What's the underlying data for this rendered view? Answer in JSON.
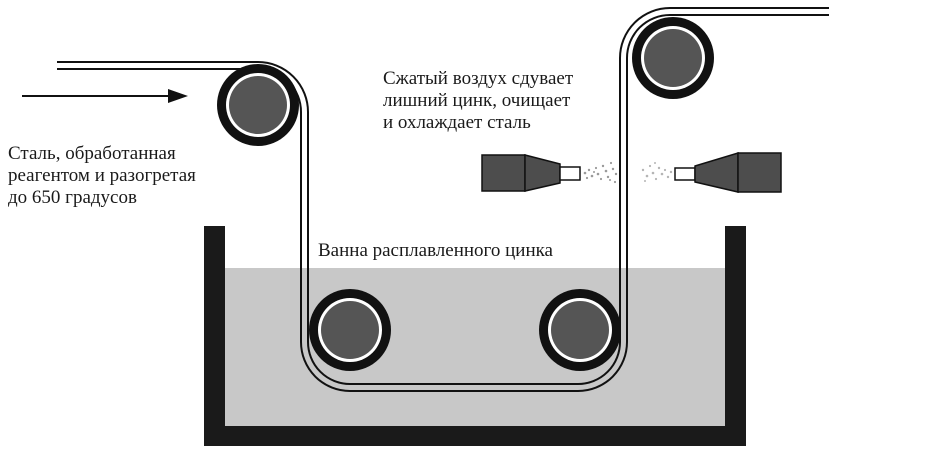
{
  "labels": {
    "steel_input": [
      "Сталь, обработанная",
      "реагентом и разогретая",
      "до 650 градусов"
    ],
    "compressed_air": [
      "Сжатый воздух сдувает",
      "лишний цинк, очищает",
      "и охлаждает сталь"
    ],
    "zinc_bath": "Ванна расплавленного цинка"
  },
  "colors": {
    "roller_fill": "#555555",
    "roller_ring": "#111111",
    "zinc": "#c8c8c8",
    "tank": "#1a1a1a",
    "nozzle": "#4d4d4d"
  }
}
